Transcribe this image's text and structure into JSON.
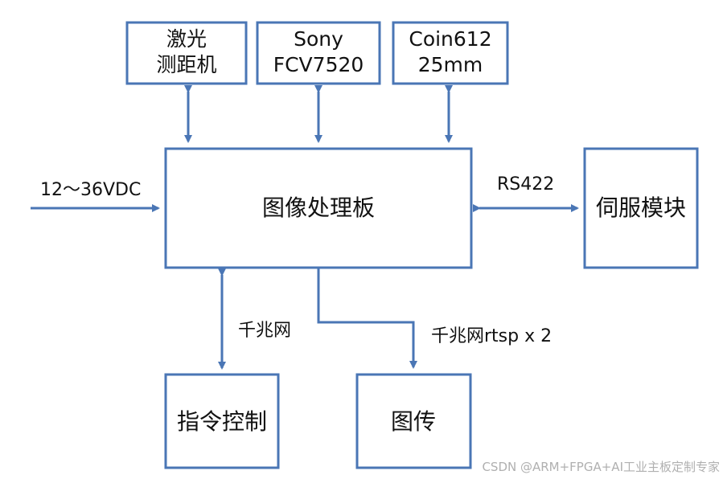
{
  "colors": {
    "line": "#4a76b5",
    "text": "#111111",
    "watermark": "#b0b0b0"
  },
  "nodes": {
    "rangefinder": {
      "line1": "激光",
      "line2": "测距机"
    },
    "sony": {
      "line1": "Sony",
      "line2": "FCV7520"
    },
    "coin": {
      "line1": "Coin612",
      "line2": "25mm"
    },
    "processor": {
      "label": "图像处理板"
    },
    "servo": {
      "label": "伺服模块"
    },
    "command": {
      "label": "指令控制"
    },
    "transmission": {
      "label": "图传"
    }
  },
  "edge_labels": {
    "power": "12～36VDC",
    "rs422": "RS422",
    "gigabit": "千兆网",
    "gigabit_rtsp": "千兆网rtsp x 2"
  },
  "watermark": "CSDN @ARM+FPGA+AI工业主板定制专家"
}
